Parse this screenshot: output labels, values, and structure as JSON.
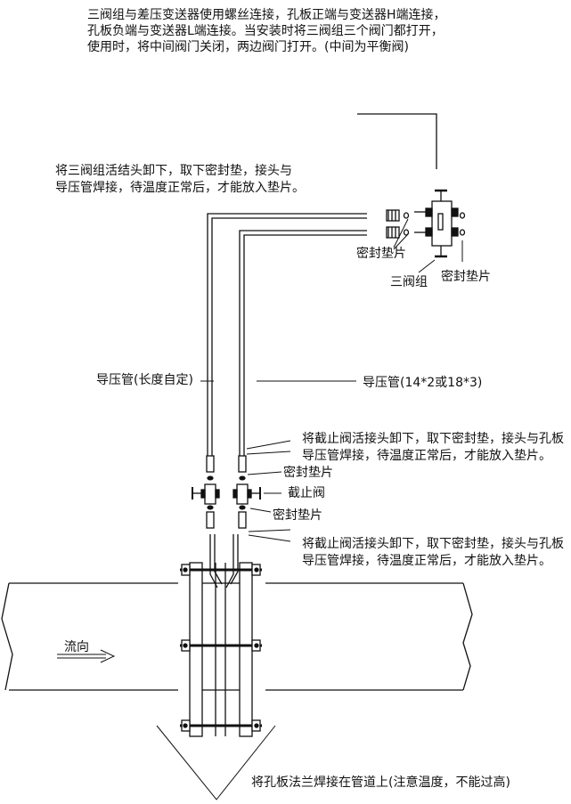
{
  "notes": {
    "top": [
      "三阀组与差压变送器使用螺丝连接，孔板正端与变送器H端连接，",
      "孔板负端与变送器L端连接。当安装时将三阀组三个阀门都打开，",
      "使用时，将中间阀门关闭，两边阀门打开。(中间为平衡阀)"
    ],
    "weld_valve_group": [
      "将三阀组活结头卸下，取下密封垫，接头与",
      "导压管焊接，待温度正常后，才能放入垫片。"
    ],
    "weld_stop_valve_upper": [
      "将截止阀活接头卸下，取下密封垫，接头与孔板",
      "导压管焊接，待温度正常后，才能放入垫片。"
    ],
    "weld_stop_valve_lower": [
      "将截止阀活接头卸下，取下密封垫，接头与孔板",
      "导压管焊接，待温度正常后，才能放入垫片。"
    ],
    "flange_weld": "将孔板法兰焊接在管道上(注意温度，不能过高)"
  },
  "labels": {
    "seal_gasket_left": "密封垫片",
    "seal_gasket_right": "密封垫片",
    "three_valve_group": "三阀组",
    "impulse_pipe_length": "导压管(长度自定)",
    "impulse_pipe_spec": "导压管(14*2或18*3)",
    "seal_gasket_upper": "密封垫片",
    "stop_valve": "截止阀",
    "seal_gasket_lower": "密封垫片",
    "flow_direction": "流向"
  }
}
